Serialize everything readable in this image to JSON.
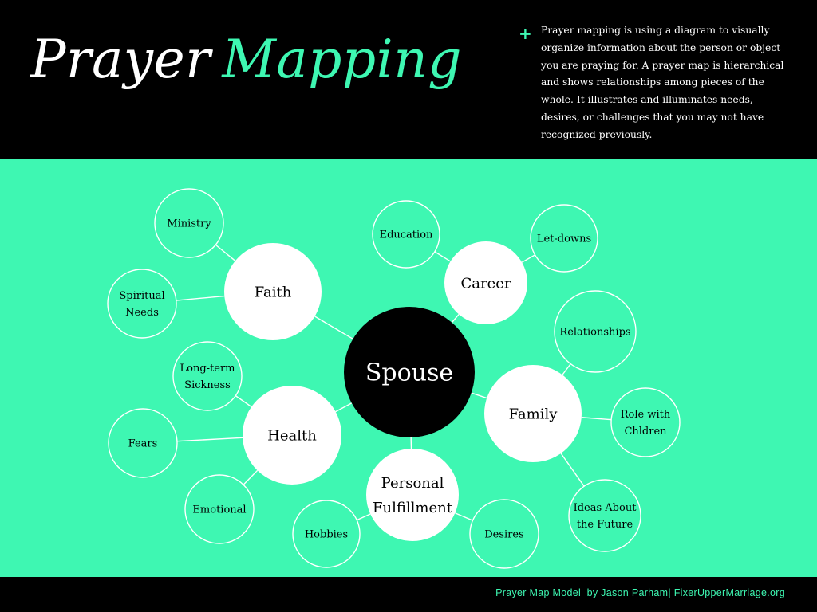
{
  "header": {
    "title_word1": "Prayer",
    "title_word2": "Mapping",
    "bullet_icon": "plus-icon",
    "description": "Prayer mapping is using a diagram to visually organize information about the person or object you are praying for. A prayer map is hierarchical and shows relationships among pieces of the whole. It illustrates and illuminates needs, desires, or challenges that you may not have recognized previously."
  },
  "map": {
    "center": "Spouse",
    "branches": [
      {
        "label": [
          "Faith"
        ],
        "children": [
          [
            "Ministry"
          ],
          [
            "Spiritual",
            "Needs"
          ]
        ]
      },
      {
        "label": [
          "Career"
        ],
        "children": [
          [
            "Education"
          ],
          [
            "Let-downs"
          ]
        ]
      },
      {
        "label": [
          "Family"
        ],
        "children": [
          [
            "Relationships"
          ],
          [
            "Role with",
            "Chldren"
          ],
          [
            "Ideas About",
            "the Future"
          ]
        ]
      },
      {
        "label": [
          "Personal",
          "Fulfillment"
        ],
        "children": [
          [
            "Hobbies"
          ],
          [
            "Desires"
          ]
        ]
      },
      {
        "label": [
          "Health"
        ],
        "children": [
          [
            "Long-term",
            "Sickness"
          ],
          [
            "Fears"
          ],
          [
            "Emotional"
          ]
        ]
      }
    ]
  },
  "footer": {
    "credit": "Prayer Map Model  by Jason Parham| FixerUpperMarriage.org"
  },
  "colors": {
    "accent": "#3ef7b2",
    "dark": "#000000",
    "light": "#ffffff"
  }
}
